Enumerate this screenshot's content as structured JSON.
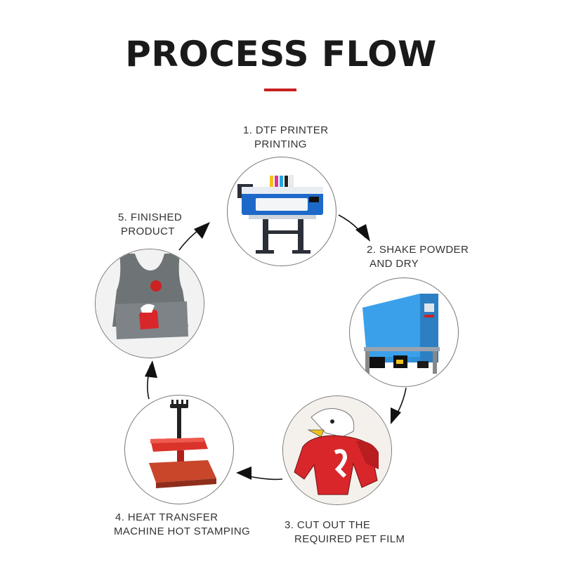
{
  "title": "PROCESS FLOW",
  "accent_color": "#c8201e",
  "steps": [
    {
      "line1": "1. DTF PRINTER",
      "line2": "PRINTING",
      "icon": "dtf-printer-icon"
    },
    {
      "line1": "2. SHAKE POWDER",
      "line2": "AND DRY",
      "icon": "powder-shaker-icon"
    },
    {
      "line1": "3. CUT OUT THE",
      "line2": "REQUIRED PET FILM",
      "icon": "pet-film-print-icon"
    },
    {
      "line1": "4. HEAT TRANSFER",
      "line2": "MACHINE HOT STAMPING",
      "icon": "heat-press-icon"
    },
    {
      "line1": "5. FINISHED",
      "line2": "PRODUCT",
      "icon": "finished-shirt-icon"
    }
  ]
}
